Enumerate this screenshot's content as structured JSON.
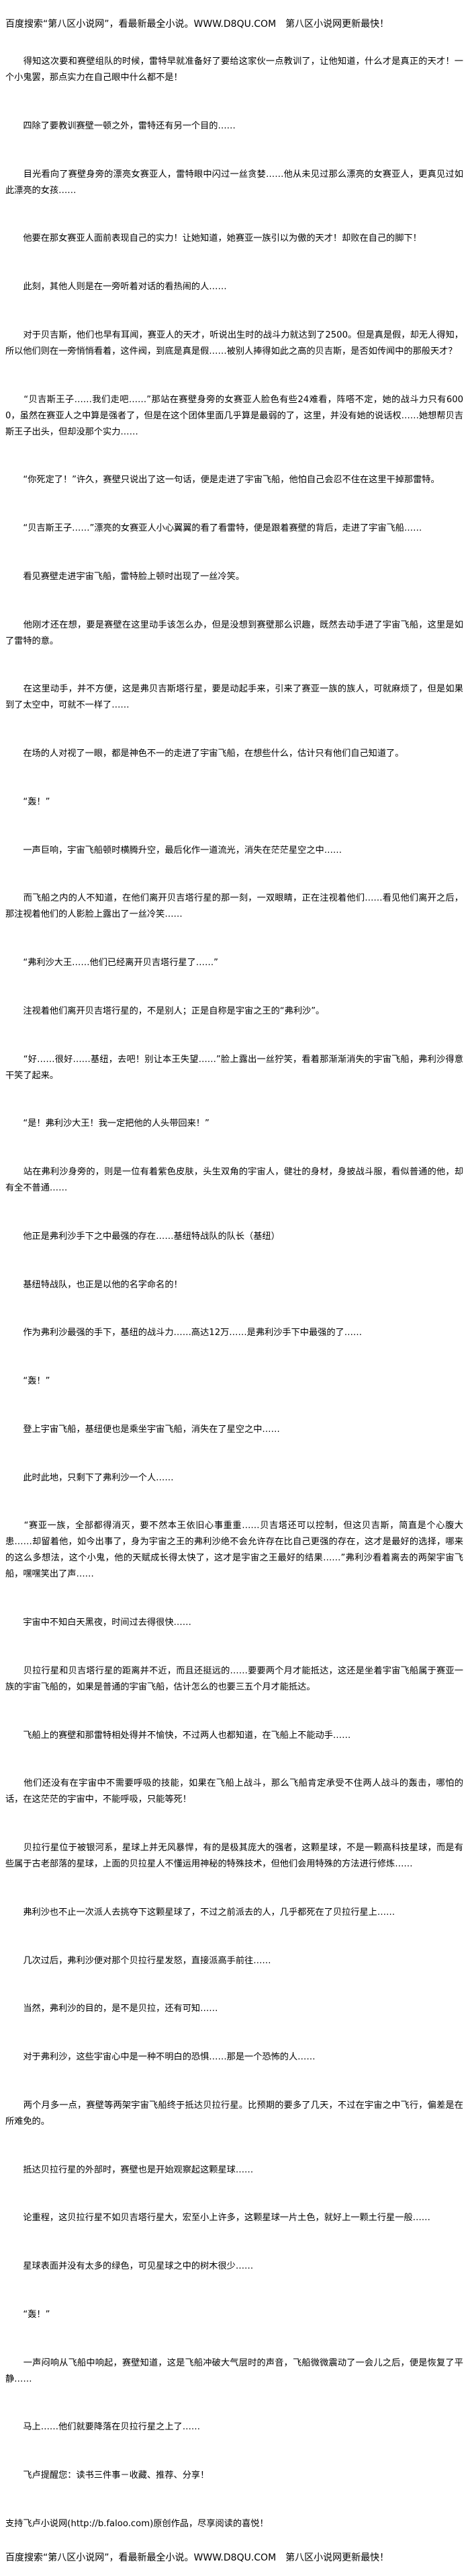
{
  "header_banner": "百度搜索“第八区小说网”，看最新最全小说。WWW.D8QU.COM　第八区小说网更新最快！",
  "footer_banner": "百度搜索“第八区小说网”，看最新最全小说。WWW.D8QU.COM　第八区小说网更新最快！",
  "paragraphs": [
    "　　得知这次要和赛壁组队的时候，雷特早就准备好了要给这家伙一点教训了，让他知道，什么才是真正的天才！一个小鬼罢，那点实力在自己眼中什么都不是！",
    "　　四除了要教训赛壁一顿之外，雷特还有另一个目的……",
    "　　目光看向了赛壁身旁的漂亮女赛亚人，雷特眼中闪过一丝贪婪……他从未见过那么漂亮的女赛亚人，更真见过如此漂亮的女孩……",
    "　　他要在那女赛亚人面前表现自己的实力！让她知道，她赛亚一族引以为傲的天才！却败在自己的脚下！",
    "　　此刻，其他人则是在一旁听着对话的看热闹的人……",
    "　　对于贝吉斯，他们也早有耳闻，赛亚人的天才，听说出生时的战斗力就达到了2500。但是真是假，却无人得知，所以他们则在一旁悄悄看着，这件阀，到底是真是假……被别人捧得如此之高的贝吉斯，是否如传闻中的那般天才？",
    "　　“贝吉斯王子……我们走吧……”那站在赛壁身旁的女赛亚人脸色有些24难看，阵嗒不定，她的战斗力只有6000，虽然在赛亚人之中算是强者了，但是在这个团体里面几乎算是最弱的了，这里，并没有她的说话权……她想帮贝吉斯王子出头，但却没那个实力……",
    "　　“你死定了！”许久，赛壁只说出了这一句话，便是走进了宇宙飞船，他怕自己会忍不住在这里干掉那雷特。",
    "　　“贝吉斯王子……”漂亮的女赛亚人小心翼翼的看了看雷特，便是跟着赛壁的背后，走进了宇宙飞船……",
    "　　看见赛壁走进宇宙飞船，雷特脸上顿时出现了一丝冷笑。",
    "　　他刚才还在想，要是赛壁在这里动手该怎么办，但是没想到赛壁那么识趣，既然去动手进了宇宙飞船，这里是如了雷特的意。",
    "　　在这里动手，并不方便，这是弗贝吉斯塔行星，要是动起手来，引来了赛亚一族的族人，可就麻烦了，但是如果到了太空中，可就不一样了……",
    "　　在场的人对视了一眼，都是神色不一的走进了宇宙飞船，在想些什么，估计只有他们自己知道了。",
    "　　“轰！”",
    "　　一声巨响，宇宙飞船顿时横腾升空，最后化作一道流光，消失在茫茫星空之中……",
    "　　而飞船之内的人不知道，在他们离开贝吉塔行星的那一刻，一双眼睛，正在注视着他们……看见他们离开之后，那注视着他们的人影脸上露出了一丝冷笑……",
    "　　“弗利沙大王……他们已经离开贝吉塔行星了……”",
    "　　注视着他们离开贝吉塔行星的，不是别人；正是自称是宇宙之王的“弗利沙”。",
    "　　“好……很好……基纽，去吧！别让本王失望……”脸上露出一丝狞笑，看着那渐渐消失的宇宙飞船，弗利沙得意干笑了起来。",
    "　　“是！弗利沙大王！我一定把他的人头带回来！”",
    "　　站在弗利沙身旁的，则是一位有着紫色皮肤，头生双角的宇宙人，健壮的身材，身披战斗服，看似普通的他，却有全不普通……",
    "　　他正是弗利沙手下之中最强的存在……基纽特战队的队长（基纽）",
    "　　基纽特战队，也正是以他的名字命名的！",
    "　　作为弗利沙最强的手下，基纽的战斗力……高达12万……是弗利沙手下中最强的了……",
    "　　“轰！”",
    "　　登上宇宙飞船，基纽便也是乘坐宇宙飞船，消失在了星空之中……",
    "　　此时此地，只剩下了弗利沙一个人……",
    "　　“赛亚一族，全部都得消灭，要不然本王依旧心事重重……贝吉塔还可以控制，但这贝吉斯，简直是个心腹大患……却留着他，如今出事了，身为宇宙之王的弗利沙绝不会允许存在比自己更强的存在，这才是最好的选择，哪来的这么多想法，这个小鬼，他的天赋成长得太快了，这才是宇宙之王最好的结果……”弗利沙看着离去的两架宇宙飞船，嘿嘿笑出了声……",
    "　　宇宙中不知白天黑夜，时间过去得很快……",
    "　　贝拉行星和贝吉塔行星的距离并不近，而且还挺远的……要要两个月才能抵达，这还是坐着宇宙飞船属于赛亚一族的宇宙飞船的，如果是普通的宇宙飞船，估计怎么的也要三五个月才能抵达。",
    "　　飞船上的赛壁和那雷特相处得并不愉快，不过两人也都知道，在飞船上不能动手……",
    "　　他们还没有在宇宙中不需要呼吸的技能，如果在飞船上战斗，那么飞船肯定承受不住两人战斗的轰击，哪怕的话，在这茫茫的宇宙中，不能呼吸，只能等死！",
    "　　贝拉行星位于被银河系，星球上并无风暴悍，有的是极其庞大的强者，这颗星球，不是一颗高科技星球，而是有些属于古老部落的星球，上面的贝拉星人不懂运用神秘的特殊技术，但他们会用特殊的方法进行修炼……",
    "　　弗利沙也不止一次派人去挑夺下这颗星球了，不过之前派去的人，几乎都死在了贝拉行星上……",
    "　　几次过后，弗利沙便对那个贝拉行星发怒，直接派高手前往……",
    "　　当然，弗利沙的目的，是不是贝拉，还有可知……",
    "　　对于弗利沙，这些宇宙心中是一种不明白的恐惧……那是一个恐怖的人……",
    "　　两个月多一点，赛壁等两架宇宙飞船终于抵达贝拉行星。比预期的要多了几天，不过在宇宙之中飞行，偏差是在所难免的。",
    "　　抵达贝拉行星的外部时，赛壁也是开始观察起这颗星球……",
    "　　论重程，这贝拉行星不如贝吉塔行星大，宏至小上许多，这颗星球一片土色，就好上一颗土行星一般……",
    "　　星球表面并没有太多的绿色，可见星球之中的树木很少……",
    "　　“轰！”",
    "　　一声闷响从飞船中响起，赛壁知道，这是飞船冲破大气层时的声音，飞船微微震动了一会儿之后，便是恢复了平静……",
    "　　马上……他们就要降落在贝拉行星之上了……",
    "　　飞卢提醒您：读书三件事－收藏、推荐、分享！",
    "支持飞卢小说网(http://b.faloo.com)原创作品，尽享阅读的喜悦！"
  ]
}
